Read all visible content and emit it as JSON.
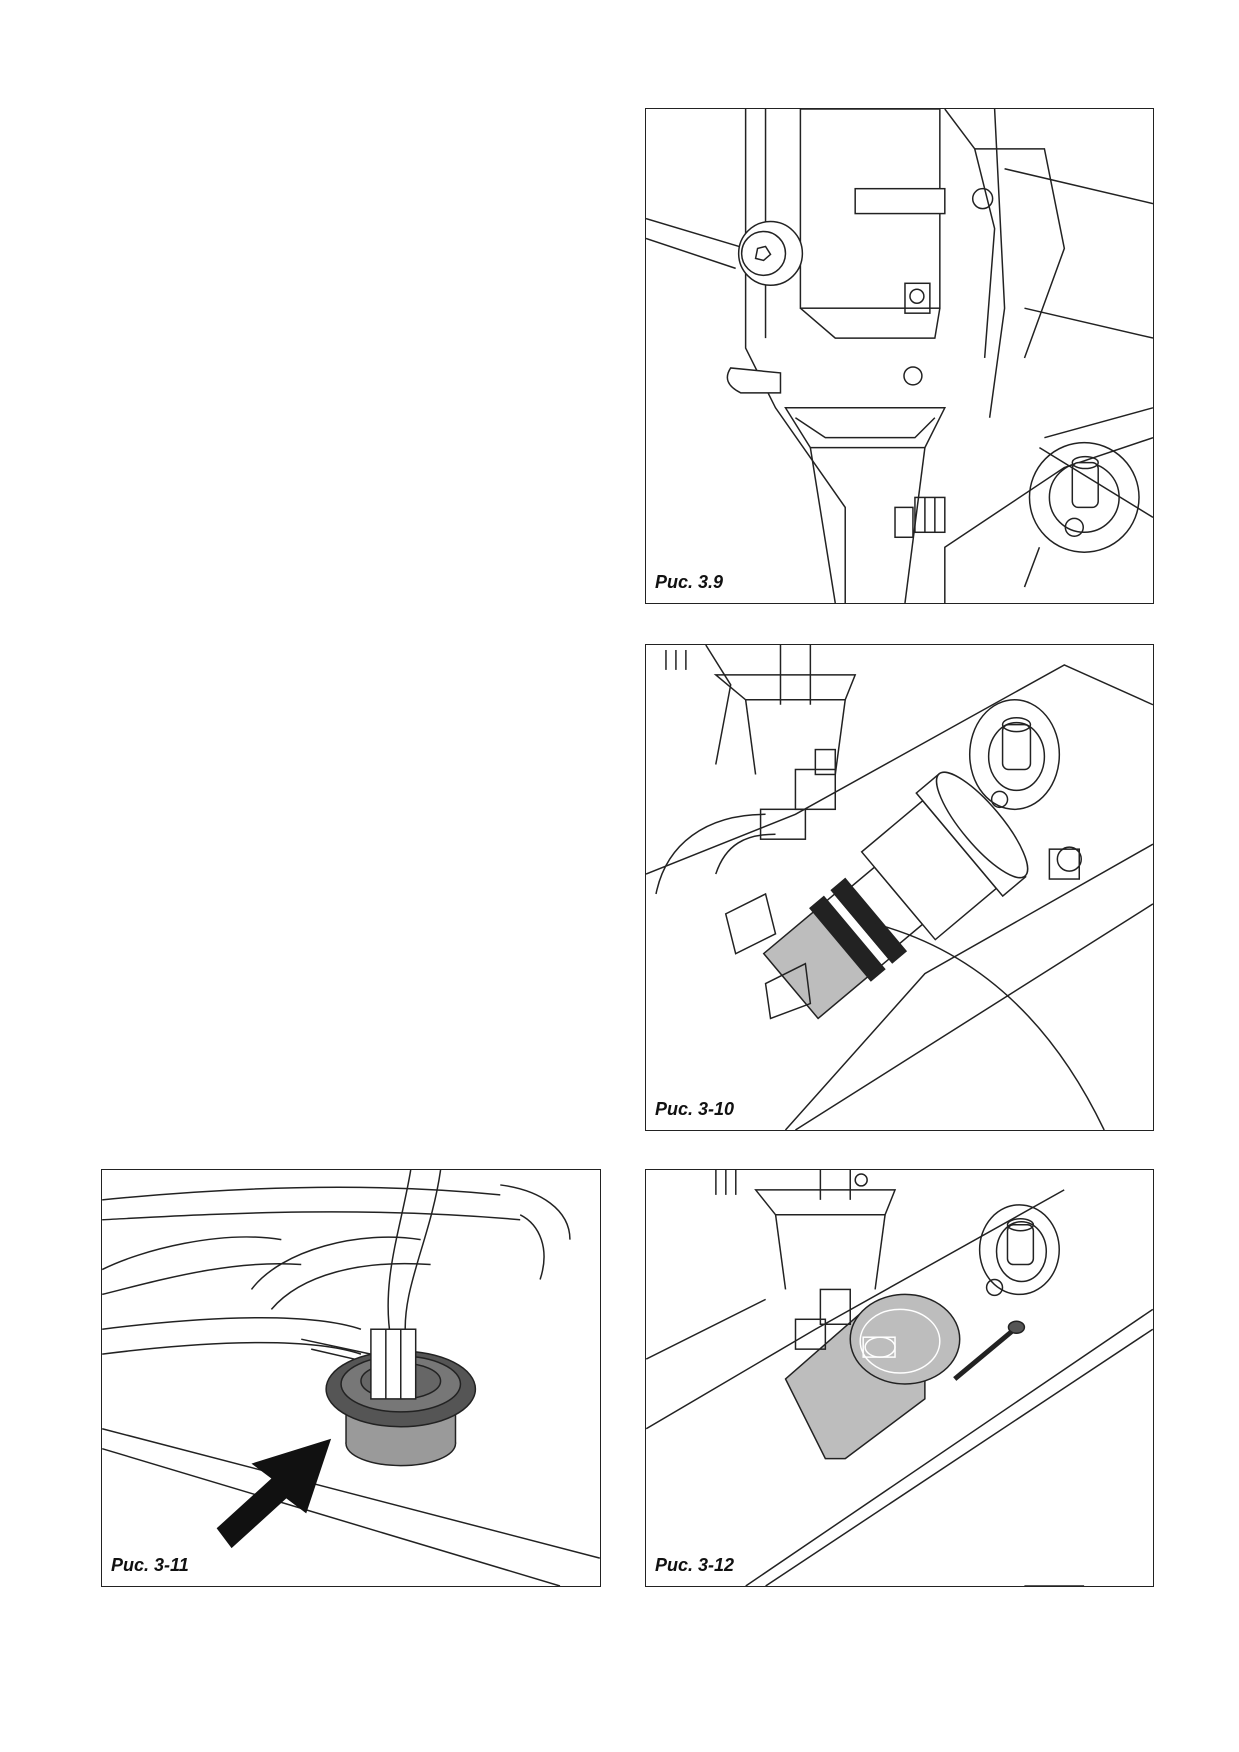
{
  "figures": [
    {
      "id": "fig39",
      "caption": "Рис. 3.9"
    },
    {
      "id": "fig310",
      "caption": "Рис. 3-10"
    },
    {
      "id": "fig311",
      "caption": "Рис. 3-11"
    },
    {
      "id": "fig312",
      "caption": "Рис. 3-12"
    }
  ]
}
